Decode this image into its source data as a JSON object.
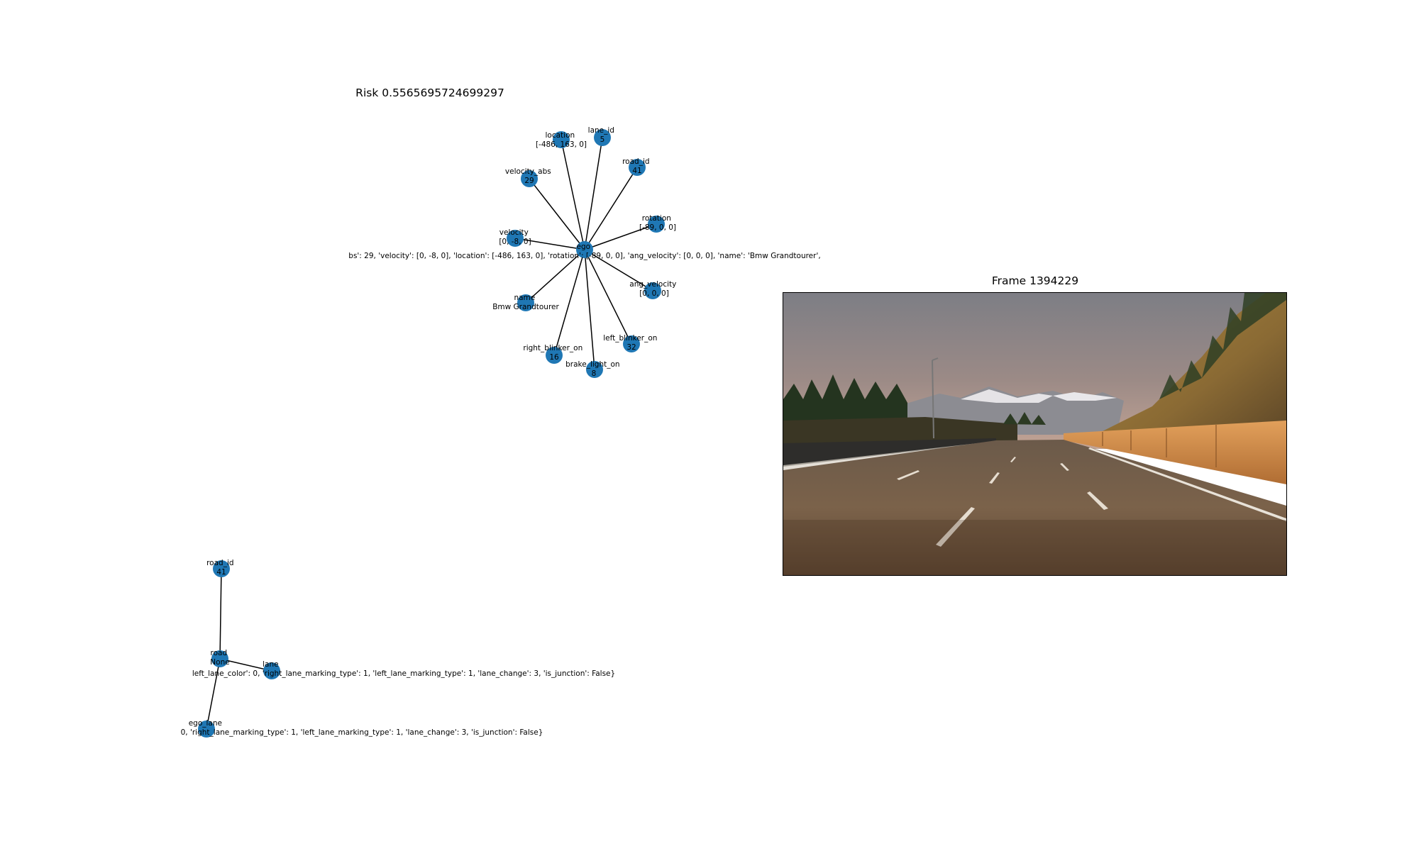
{
  "risk_title": "Risk 0.5565695724699297",
  "frame_title": "Frame 1394229",
  "colors": {
    "node": "#1f77b4",
    "edge": "#000000"
  },
  "ego_graph": {
    "center": {
      "label": "ego",
      "attrs_text": "bs': 29, 'velocity': [0, -8, 0], 'location': [-486, 163, 0], 'rotation': [-89, 0, 0], 'ang_velocity': [0, 0, 0], 'name': 'Bmw Grandtourer',"
    },
    "attributes": [
      {
        "label": "location",
        "value": "[-486, 163, 0]"
      },
      {
        "label": "lane_id",
        "value": "5"
      },
      {
        "label": "road_id",
        "value": "41"
      },
      {
        "label": "velocity_abs",
        "value": "29"
      },
      {
        "label": "rotation",
        "value": "[-89, 0, 0]"
      },
      {
        "label": "velocity",
        "value": "[0, -8, 0]"
      },
      {
        "label": "ang_velocity",
        "value": "[0, 0, 0]"
      },
      {
        "label": "name",
        "value": "Bmw Grandtourer"
      },
      {
        "label": "left_blinker_on",
        "value": "32"
      },
      {
        "label": "right_blinker_on",
        "value": "16"
      },
      {
        "label": "brake_light_on",
        "value": "8"
      }
    ]
  },
  "road_graph": {
    "road_id_node": {
      "label": "road_id",
      "value": "41"
    },
    "road_node": {
      "label": "road",
      "value": "None"
    },
    "lane_node": {
      "label": "lane",
      "attrs_text": "left_lane_color': 0, 'right_lane_marking_type': 1, 'left_lane_marking_type': 1, 'lane_change': 3, 'is_junction': False}"
    },
    "ego_lane_node": {
      "label": "ego_lane",
      "attrs_text": "0, 'right_lane_marking_type': 1, 'left_lane_marking_type': 1, 'lane_change': 3, 'is_junction': False}"
    }
  }
}
